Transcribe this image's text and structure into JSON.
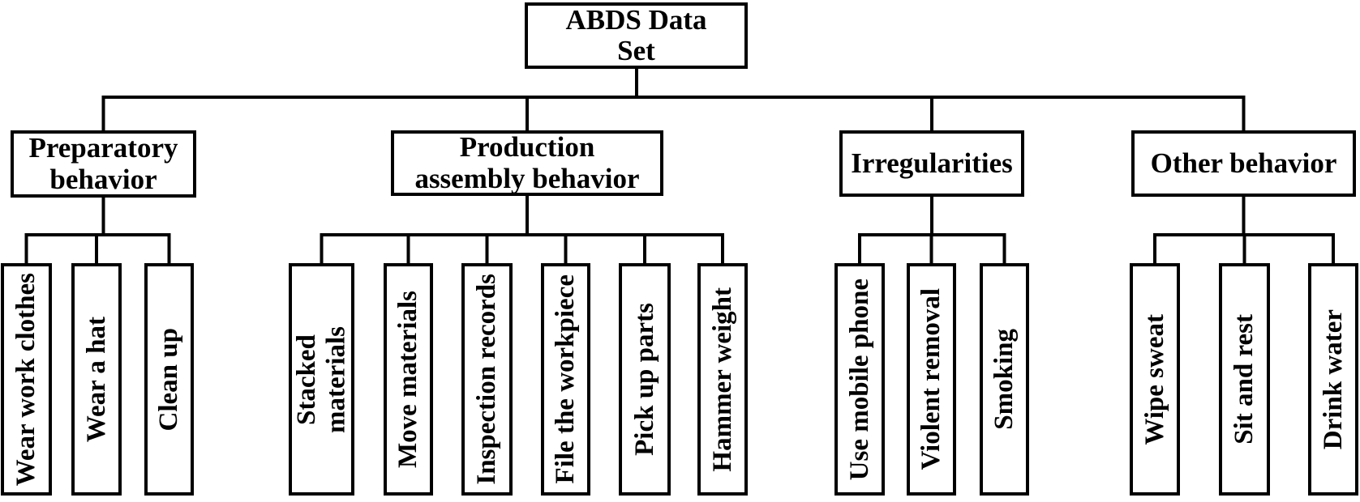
{
  "diagram": {
    "root": {
      "label": "ABDS Data\nSet"
    },
    "branches": [
      {
        "label": "Preparatory\nbehavior",
        "children": [
          "Wear work clothes",
          "Wear a hat",
          "Clean up"
        ]
      },
      {
        "label": "Production\nassembly behavior",
        "children": [
          "Stacked\nmaterials",
          "Move materials",
          "Inspection records",
          "File the workpiece",
          "Pick up parts",
          "Hammer weight"
        ]
      },
      {
        "label": "Irregularities",
        "children": [
          "Use mobile phone",
          "Violent removal",
          "Smoking"
        ]
      },
      {
        "label": "Other behavior",
        "children": [
          "Wipe sweat",
          "Sit and rest",
          "Drink water"
        ]
      }
    ],
    "colors": {
      "line": "#000000",
      "box_border": "#000000",
      "background": "#ffffff",
      "text": "#000000"
    }
  }
}
